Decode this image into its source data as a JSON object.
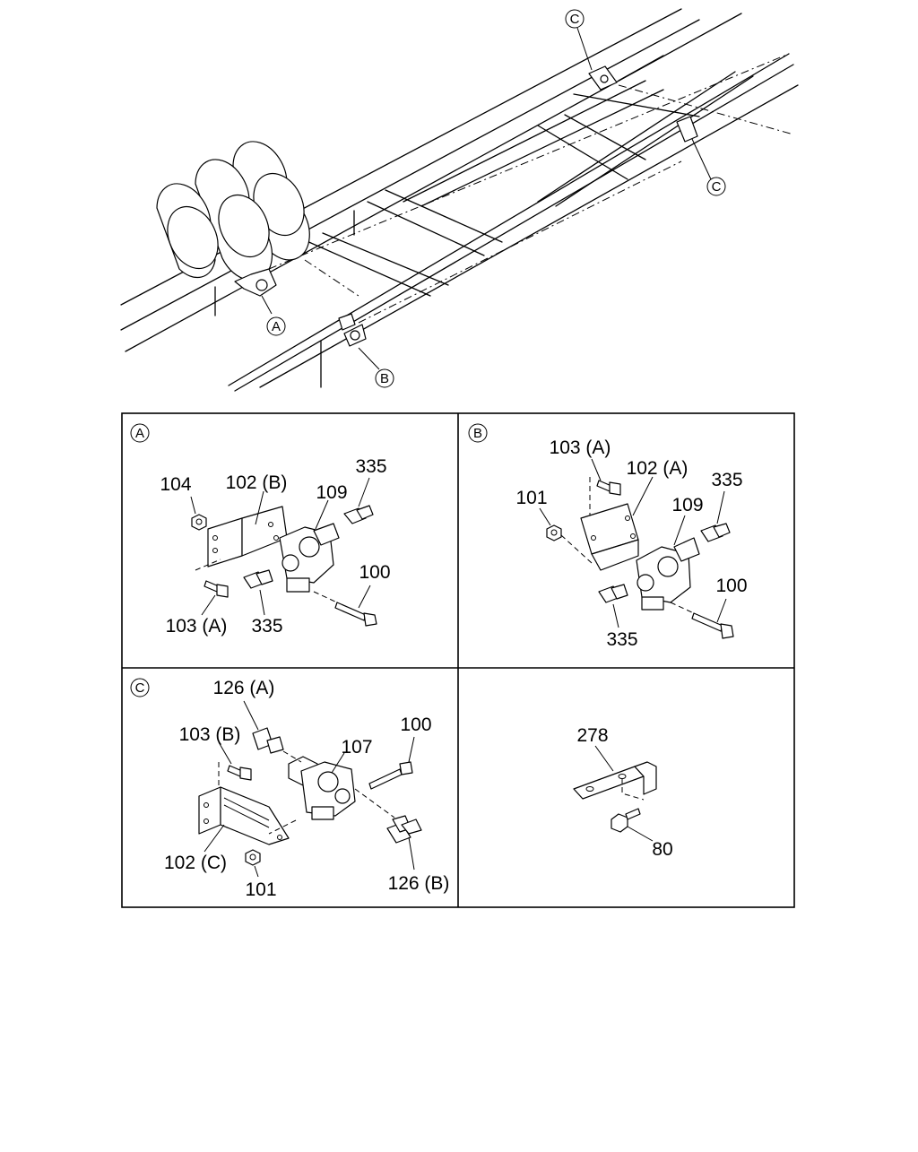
{
  "overview": {
    "callouts": [
      "A",
      "B",
      "C",
      "C"
    ]
  },
  "panels": {
    "A": {
      "letter": "A",
      "labels": {
        "p104": "104",
        "p102": "102 (B)",
        "p109": "109",
        "p335_top": "335",
        "p100": "100",
        "p103": "103 (A)",
        "p335_bottom": "335"
      }
    },
    "B": {
      "letter": "B",
      "labels": {
        "p103": "103 (A)",
        "p102": "102 (A)",
        "p101": "101",
        "p109": "109",
        "p335_top": "335",
        "p100": "100",
        "p335_bottom": "335"
      }
    },
    "C": {
      "letter": "C",
      "labels": {
        "p126a": "126 (A)",
        "p103": "103 (B)",
        "p107": "107",
        "p100": "100",
        "p102": "102 (C)",
        "p101": "101",
        "p126b": "126 (B)"
      }
    },
    "D": {
      "labels": {
        "p278": "278",
        "p80": "80"
      }
    }
  }
}
